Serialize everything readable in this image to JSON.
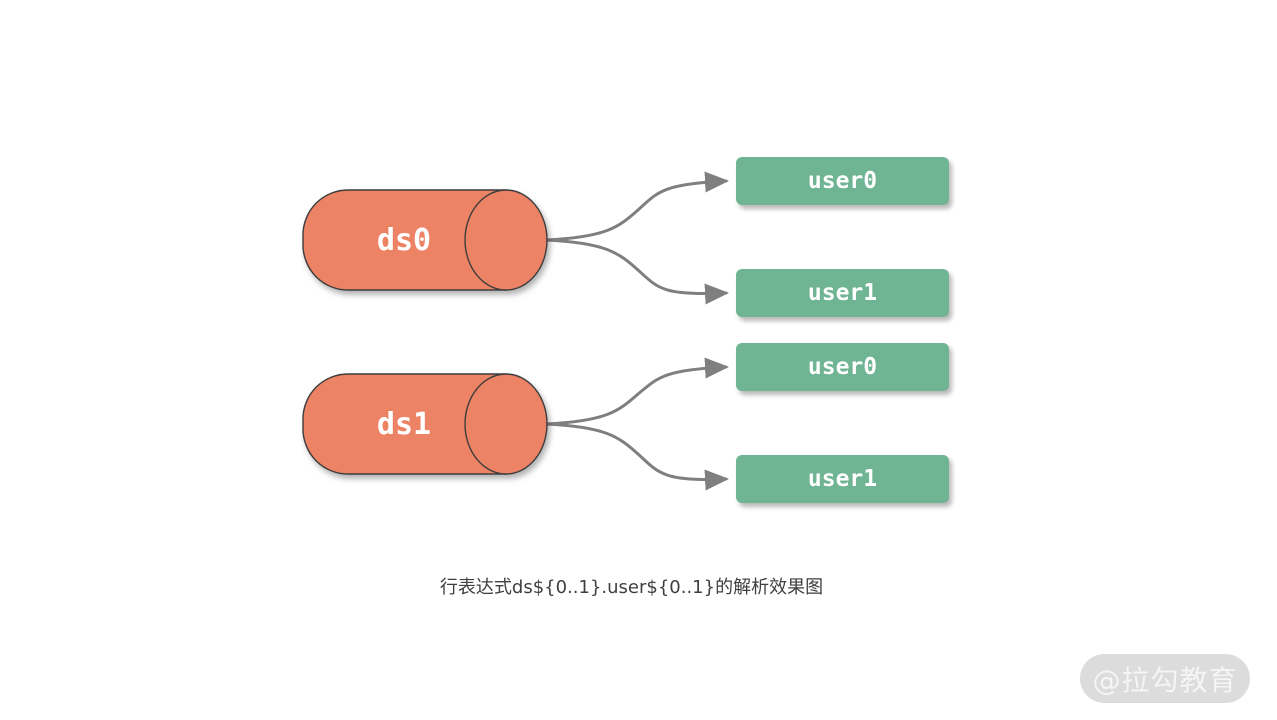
{
  "diagram": {
    "datasources": [
      {
        "label": "ds0"
      },
      {
        "label": "ds1"
      }
    ],
    "tables": [
      {
        "label": "user0"
      },
      {
        "label": "user1"
      },
      {
        "label": "user0"
      },
      {
        "label": "user1"
      }
    ],
    "caption": "行表达式ds${0..1}.user${0..1}的解析效果图",
    "watermark": "@拉勾教育",
    "colors": {
      "datasource_fill": "#ED8365",
      "datasource_stroke": "#3D3D3D",
      "table_fill": "#6FB493",
      "connector": "#7F7F7F",
      "caption_text": "#3F3F3F",
      "watermark_bg": "#DCDCDC",
      "watermark_text": "#F5F5F5",
      "node_label_text": "#FFFFFF"
    }
  }
}
